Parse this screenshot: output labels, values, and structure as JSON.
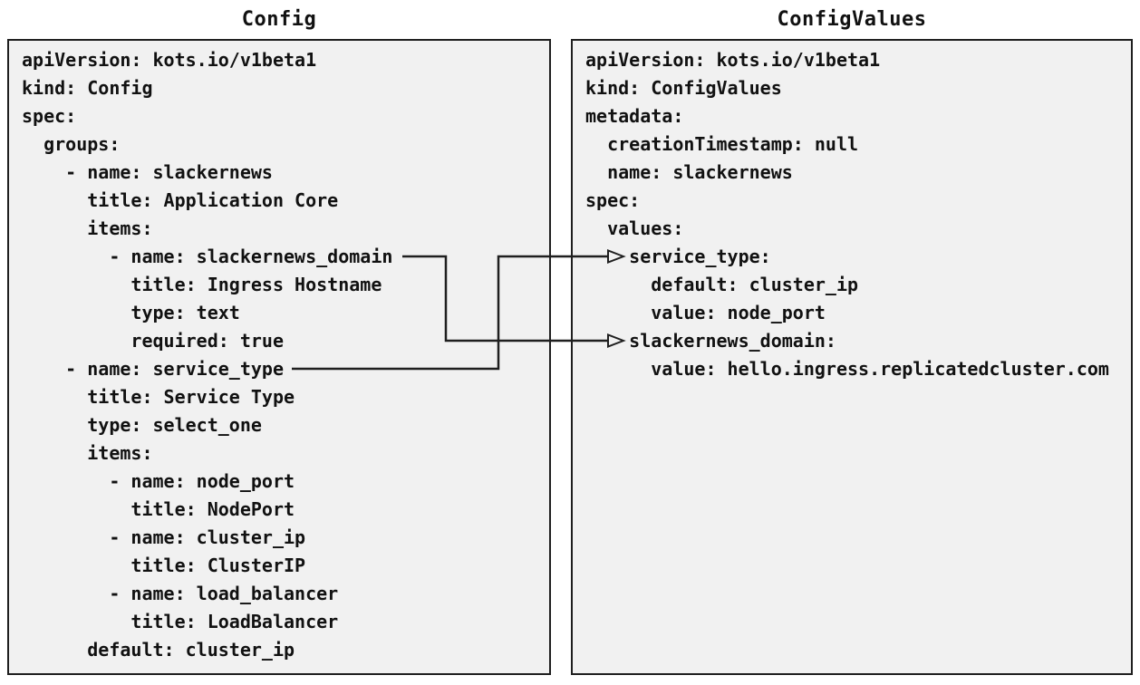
{
  "diagram": {
    "colors": {
      "background": "#ffffff",
      "panel_fill": "#f1f1f1",
      "panel_border": "#1f1f1f",
      "text": "#111111",
      "connector": "#1f1f1f"
    },
    "panels": [
      {
        "title": "Config",
        "lines": [
          "apiVersion: kots.io/v1beta1",
          "kind: Config",
          "spec:",
          "  groups:",
          "    - name: slackernews",
          "      title: Application Core",
          "      items:",
          "        - name: slackernews_domain",
          "          title: Ingress Hostname",
          "          type: text",
          "          required: true",
          "    - name: service_type",
          "      title: Service Type",
          "      type: select_one",
          "      items:",
          "        - name: node_port",
          "          title: NodePort",
          "        - name: cluster_ip",
          "          title: ClusterIP",
          "        - name: load_balancer",
          "          title: LoadBalancer",
          "      default: cluster_ip"
        ]
      },
      {
        "title": "ConfigValues",
        "lines": [
          "apiVersion: kots.io/v1beta1",
          "kind: ConfigValues",
          "metadata:",
          "  creationTimestamp: null",
          "  name: slackernews",
          "spec:",
          "  values:",
          "    service_type:",
          "      default: cluster_ip",
          "      value: node_port",
          "    slackernews_domain:",
          "      value: hello.ingress.replicatedcluster.com"
        ]
      }
    ],
    "connections": [
      {
        "from": "Config item slackernews_domain",
        "to": "ConfigValues key slackernews_domain"
      },
      {
        "from": "Config item service_type",
        "to": "ConfigValues key service_type"
      }
    ]
  }
}
